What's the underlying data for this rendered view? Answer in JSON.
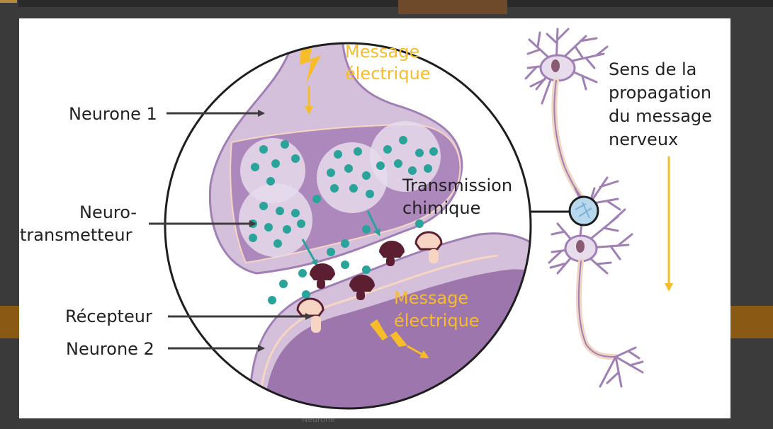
{
  "colors": {
    "neuron_fill": "#d5c0dc",
    "neuron_dark": "#9d76ad",
    "neuron_outline": "#a07fb5",
    "vesicle": "#e6dcec",
    "dots": "#2aa39b",
    "receptor_dark": "#5b1f31",
    "receptor_light": "#f6d6c3",
    "message_yellow": "#f7bc2a",
    "arrow_gray": "#3d3d3d"
  },
  "labels": {
    "neurone1": "Neurone 1",
    "neuro_line1": "Neuro-",
    "neuro_line2": "transmetteur",
    "recepteur": "Récepteur",
    "neurone2": "Neurone 2",
    "message_top_line1": "Message",
    "message_top_line2": "électrique",
    "message_bottom_line1": "Message",
    "message_bottom_line2": "électrique",
    "transmission_line1": "Transmission",
    "transmission_line2": "chimique",
    "sens_line1": "Sens de la",
    "sens_line2": "propagation",
    "sens_line3": "du message",
    "sens_line4": "nerveux"
  },
  "background": {
    "caption": "Neurone"
  },
  "icons": {
    "lightning_top": "lightning-bolt-icon",
    "lightning_bottom": "lightning-bolt-icon",
    "magnifier": "magnifier-circle-icon"
  }
}
